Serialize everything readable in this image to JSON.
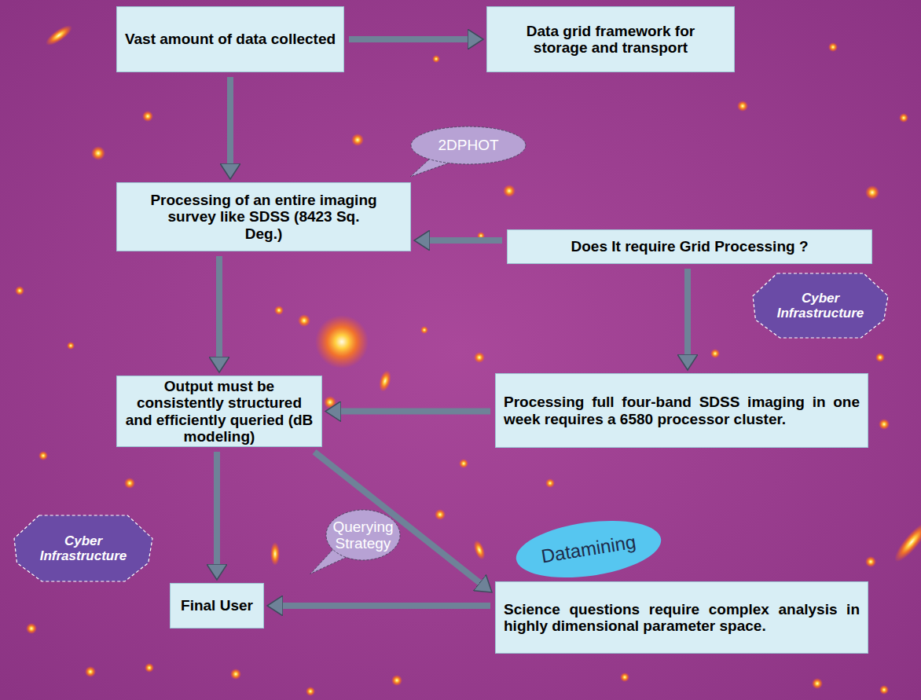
{
  "diagram": {
    "nodes": [
      {
        "text": [
          "Vast amount of data collected"
        ]
      },
      {
        "text": [
          "Data grid framework for storage and transport"
        ]
      },
      {
        "text": [
          "2DPHOT"
        ]
      },
      {
        "text": [
          "Processing of an entire imaging survey like SDSS (8423 Sq. Deg.)"
        ]
      },
      {
        "text": [
          "Does It require Grid Processing ?"
        ]
      },
      {
        "text": [
          "Cyber Infrastructure"
        ]
      },
      {
        "text": [
          "Output must be consistently structured and efficiently queried (dB modeling)"
        ]
      },
      {
        "text": [
          "Processing full four-band SDSS imaging in one week requires a 6580 processor cluster."
        ]
      },
      {
        "text": [
          "Cyber Infrastructure"
        ]
      },
      {
        "text": [
          "Querying Strategy"
        ]
      },
      {
        "text": [
          "Datamining"
        ]
      },
      {
        "text": [
          "Final User"
        ]
      },
      {
        "text": [
          "Science questions require complex analysis in highly dimensional parameter space."
        ]
      }
    ],
    "edges": [
      {
        "from": 0,
        "to": 1,
        "arrow": "to"
      },
      {
        "from": 0,
        "to": 3,
        "arrow": "to"
      },
      {
        "from": 4,
        "to": 3,
        "arrow": "to"
      },
      {
        "from": 4,
        "to": 7,
        "arrow": "to"
      },
      {
        "from": 3,
        "to": 6,
        "arrow": "to"
      },
      {
        "from": 7,
        "to": 6,
        "arrow": "to"
      },
      {
        "from": 6,
        "to": 11,
        "arrow": "to"
      },
      {
        "from": 6,
        "to": 12,
        "arrow": "to"
      },
      {
        "from": 12,
        "to": 11,
        "arrow": "to"
      }
    ]
  }
}
